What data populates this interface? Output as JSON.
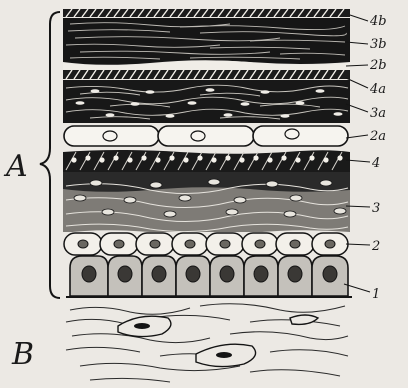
{
  "figure": {
    "background_color": "#ece9e4",
    "ink_color": "#141414",
    "group_labels": [
      "A",
      "B"
    ],
    "layer_labels": [
      "4b",
      "3b",
      "2b",
      "4a",
      "3a",
      "2a",
      "4",
      "3",
      "2",
      "1"
    ]
  }
}
